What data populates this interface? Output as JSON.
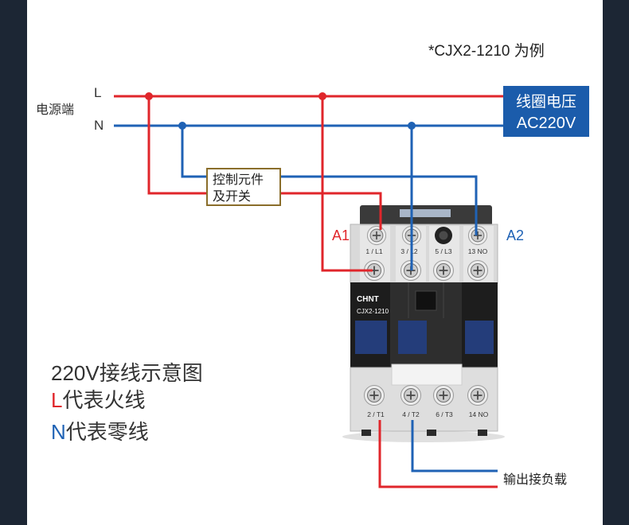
{
  "header": {
    "model_note": "*CJX2-1210 为例"
  },
  "power": {
    "label": "电源端",
    "l_label": "L",
    "n_label": "N"
  },
  "coil_box": {
    "line1": "线圈电压",
    "line2": "AC220V"
  },
  "control_box": {
    "line1": "控制元件",
    "line2": "及开关"
  },
  "terminals": {
    "a1": "A1",
    "a2": "A2",
    "top": [
      "1 / L1",
      "3 / L2",
      "5 / L3",
      "13 NO"
    ],
    "bottom": [
      "2 / T1",
      "4 / T2",
      "6 / T3",
      "14 NO"
    ]
  },
  "contactor": {
    "brand": "CHNT",
    "model": "CJX2-1210"
  },
  "legend": {
    "title": "220V接线示意图",
    "l_letter": "L",
    "l_text": "代表火线",
    "n_letter": "N",
    "n_text": "代表零线"
  },
  "output": {
    "label": "输出接负载"
  },
  "colors": {
    "live": "#e0262b",
    "neutral": "#1f62b5",
    "frame": "#1c2634",
    "coil_box": "#1b5cab",
    "window": "#243d7a"
  }
}
